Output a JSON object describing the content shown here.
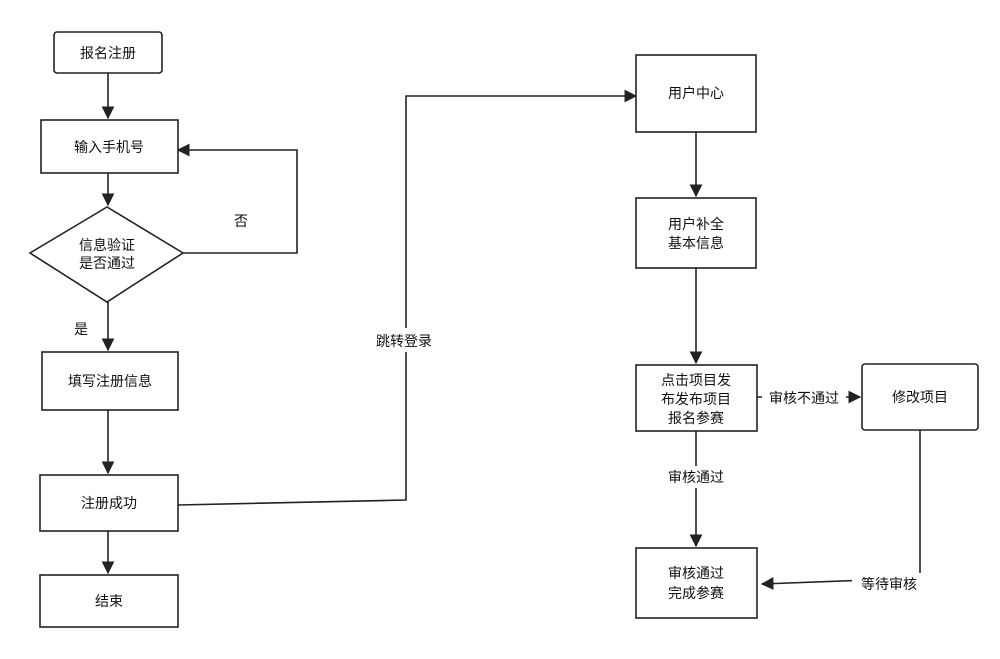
{
  "diagram": {
    "nodes": {
      "register": "报名注册",
      "enter_phone": "输入手机号",
      "verify_line1": "信息验证",
      "verify_line2": "是否通过",
      "fill_info": "填写注册信息",
      "reg_success": "注册成功",
      "end": "结束",
      "user_center": "用户中心",
      "complete_line1": "用户补全",
      "complete_line2": "基本信息",
      "publish_line1": "点击项目发",
      "publish_line2": "布发布项目",
      "publish_line3": "报名参赛",
      "modify": "修改项目",
      "approved_line1": "审核通过",
      "approved_line2": "完成参赛"
    },
    "edges": {
      "no": "否",
      "yes": "是",
      "jump_login": "跳转登录",
      "rejected": "审核不通过",
      "passed": "审核通过",
      "wait_review": "等待审核"
    }
  }
}
